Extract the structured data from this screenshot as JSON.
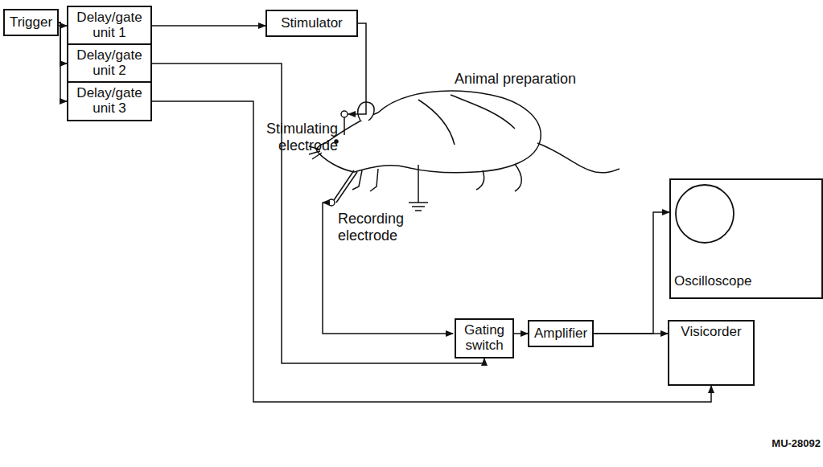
{
  "diagram": {
    "nodes": [
      {
        "text": [
          "Trigger"
        ]
      },
      {
        "text": [
          "Delay/gate unit 1"
        ]
      },
      {
        "text": [
          "Delay/gate unit 2"
        ]
      },
      {
        "text": [
          "Delay/gate unit 3"
        ]
      },
      {
        "text": [
          "Stimulator"
        ]
      },
      {
        "text": [
          "Gating switch"
        ]
      },
      {
        "text": [
          "Amplifier"
        ]
      },
      {
        "text": [
          "Oscilloscope"
        ]
      },
      {
        "text": [
          "Visicorder"
        ]
      }
    ],
    "edges": [
      {
        "from": 0,
        "to": 1,
        "arrow": "to"
      },
      {
        "from": 0,
        "to": 2,
        "arrow": "to"
      },
      {
        "from": 0,
        "to": 3,
        "arrow": "to"
      },
      {
        "from": 1,
        "to": 4,
        "arrow": "to"
      },
      {
        "from": 2,
        "to": 5,
        "arrow": "to"
      },
      {
        "from": 3,
        "to": 8,
        "arrow": "to"
      },
      {
        "from": 5,
        "to": 6,
        "arrow": "to"
      },
      {
        "from": 6,
        "to": 7,
        "arrow": "to"
      },
      {
        "from": 6,
        "to": 8,
        "arrow": "to"
      }
    ],
    "labels": [
      "Animal preparation",
      "Stimulating electrode",
      "Recording electrode",
      "MU-28092"
    ]
  }
}
